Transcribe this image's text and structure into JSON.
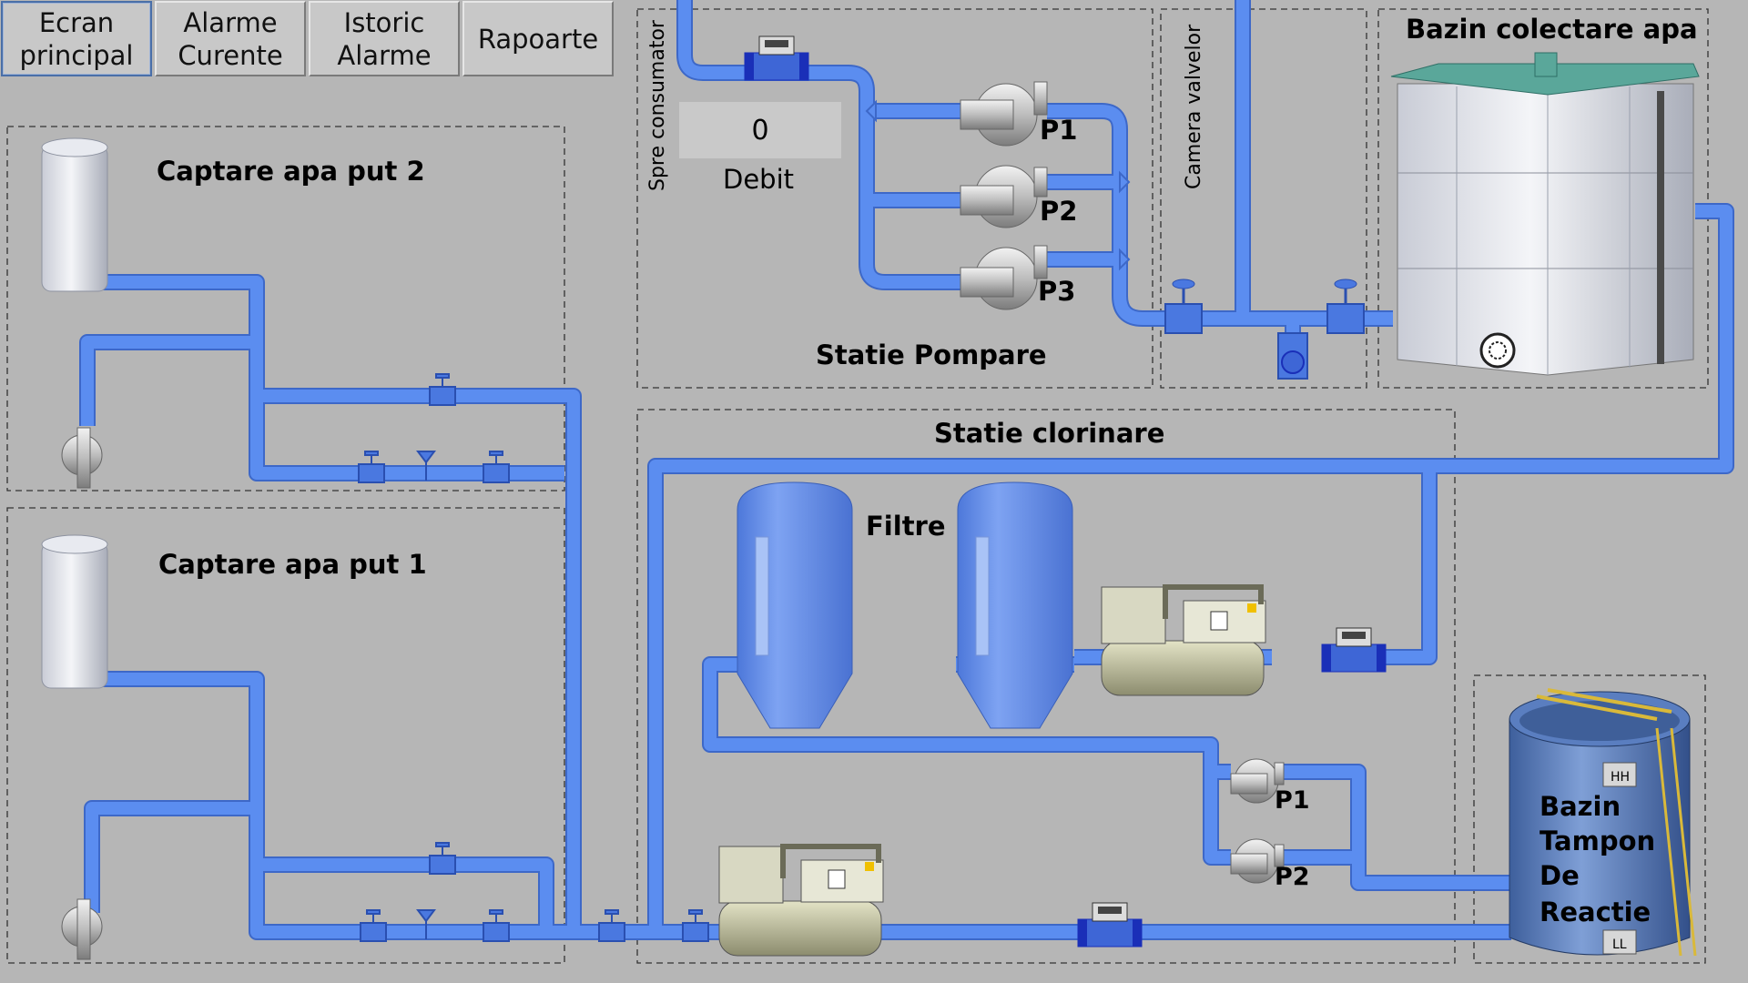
{
  "nav": {
    "ecran_principal": "Ecran\nprincipal",
    "alarme_curente": "Alarme\nCurente",
    "istoric_alarme": "Istoric\nAlarme",
    "rapoarte": "Rapoarte"
  },
  "areas": {
    "captare_put_2": "Captare apa put 2",
    "captare_put_1": "Captare apa put 1",
    "statie_pompare": "Statie Pompare",
    "camera_valvelor": "Camera valvelor",
    "bazin_colectare": "Bazin colectare apa",
    "statie_clorinare": "Statie clorinare",
    "filtre": "Filtre",
    "spre_consumator": "Spre consumator"
  },
  "flow": {
    "value": "0",
    "label": "Debit"
  },
  "pumps_pompare": {
    "p1": "P1",
    "p2": "P2",
    "p3": "P3"
  },
  "pumps_clorinare": {
    "p1": "P1",
    "p2": "P2"
  },
  "tampon": {
    "line1": "Bazin",
    "line2": "Tampon",
    "line3": "De",
    "line4": "Reactie",
    "hh": "HH",
    "ll": "LL"
  },
  "colors": {
    "background": "#b6b6b6",
    "pipe": "#5b8df0",
    "pipe_dark": "#3d68c8",
    "flange": "#1a2fb8",
    "tank": "#6f99ee"
  }
}
